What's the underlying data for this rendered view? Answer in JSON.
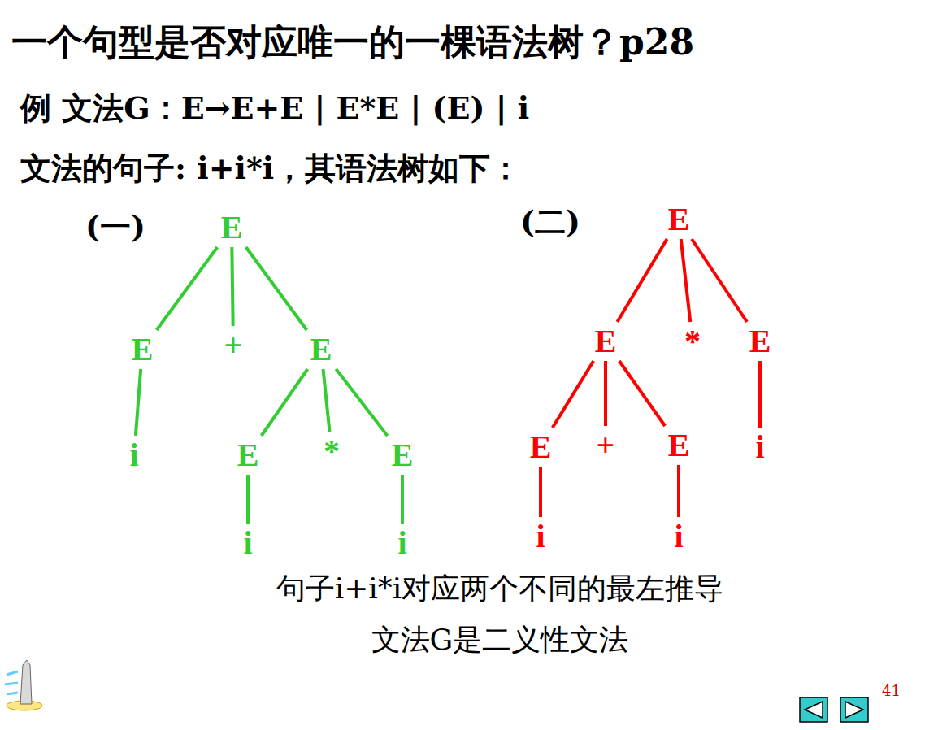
{
  "diagram": {
    "title": "一个句型是否对应唯一的一棵语法树？p28",
    "nodes": [
      {
        "text": [
          "E"
        ]
      },
      {
        "text": [
          "E"
        ]
      },
      {
        "text": [
          "+"
        ]
      },
      {
        "text": [
          "E"
        ]
      },
      {
        "text": [
          "i"
        ]
      },
      {
        "text": [
          "E"
        ]
      },
      {
        "text": [
          "*"
        ]
      },
      {
        "text": [
          "E"
        ]
      },
      {
        "text": [
          "i"
        ]
      },
      {
        "text": [
          "i"
        ]
      },
      {
        "text": [
          "E"
        ]
      },
      {
        "text": [
          "E"
        ]
      },
      {
        "text": [
          "*"
        ]
      },
      {
        "text": [
          "E"
        ]
      },
      {
        "text": [
          "E"
        ]
      },
      {
        "text": [
          "+"
        ]
      },
      {
        "text": [
          "E"
        ]
      },
      {
        "text": [
          "i"
        ]
      },
      {
        "text": [
          "i"
        ]
      },
      {
        "text": [
          "i"
        ]
      }
    ],
    "edges": [
      {
        "from": 0,
        "to": 1,
        "arrow": "none"
      },
      {
        "from": 0,
        "to": 2,
        "arrow": "none"
      },
      {
        "from": 0,
        "to": 3,
        "arrow": "none"
      },
      {
        "from": 1,
        "to": 4,
        "arrow": "none"
      },
      {
        "from": 3,
        "to": 5,
        "arrow": "none"
      },
      {
        "from": 3,
        "to": 6,
        "arrow": "none"
      },
      {
        "from": 3,
        "to": 7,
        "arrow": "none"
      },
      {
        "from": 5,
        "to": 8,
        "arrow": "none"
      },
      {
        "from": 7,
        "to": 9,
        "arrow": "none"
      },
      {
        "from": 10,
        "to": 11,
        "arrow": "none"
      },
      {
        "from": 10,
        "to": 12,
        "arrow": "none"
      },
      {
        "from": 10,
        "to": 13,
        "arrow": "none"
      },
      {
        "from": 11,
        "to": 14,
        "arrow": "none"
      },
      {
        "from": 11,
        "to": 15,
        "arrow": "none"
      },
      {
        "from": 11,
        "to": 16,
        "arrow": "none"
      },
      {
        "from": 13,
        "to": 17,
        "arrow": "none"
      },
      {
        "from": 14,
        "to": 18,
        "arrow": "none"
      },
      {
        "from": 16,
        "to": 19,
        "arrow": "none"
      }
    ],
    "labels": [
      "例 文法G：E→E+E | E*E | (E) | i",
      "文法的句子: i+i*i，其语法树如下：",
      "(一)",
      "(二)",
      "句子i+i*i对应两个不同的最左推导",
      "文法G是二义性文法",
      "41"
    ]
  }
}
